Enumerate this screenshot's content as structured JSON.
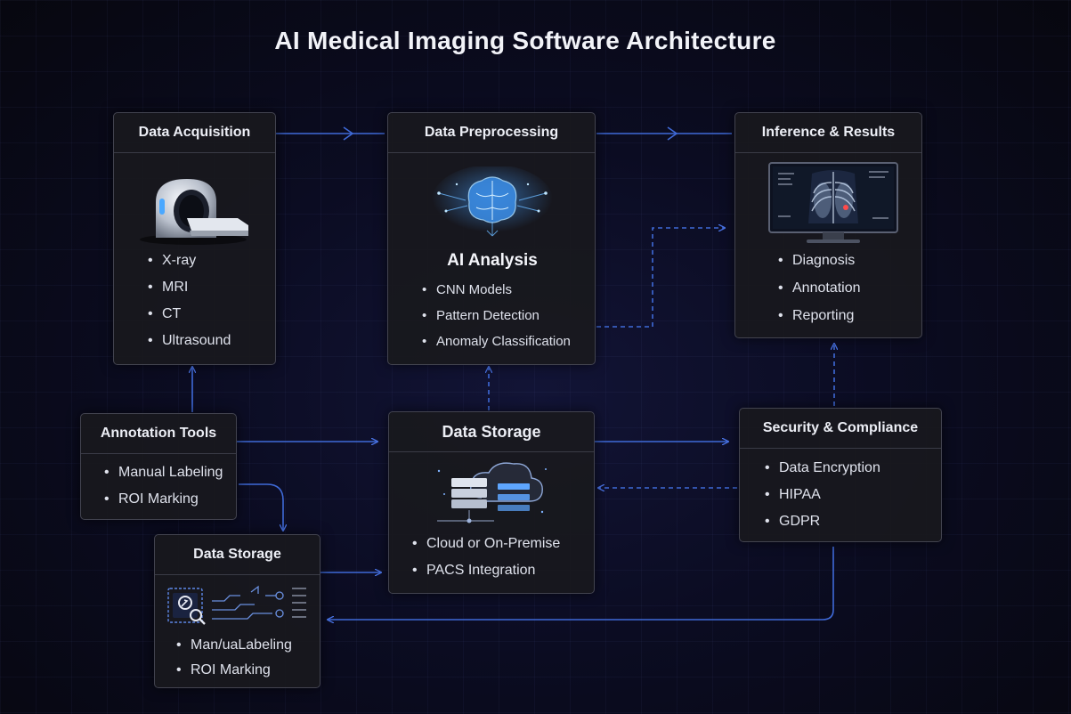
{
  "title": "AI Medical Imaging Software Architecture",
  "colors": {
    "background": "#0b0c22",
    "accent": "#3f6ad8",
    "panel": "#18181e",
    "border": "#42434f"
  },
  "boxes": {
    "acquisition": {
      "title": "Data Acquisition",
      "icon": "mri-scanner-icon",
      "items": [
        "X-ray",
        "MRI",
        "CT",
        "Ultrasound"
      ]
    },
    "preprocessing": {
      "title": "Data Preprocessing",
      "icon": "ai-brain-icon",
      "subtitle": "AI Analysis",
      "items": [
        "CNN Models",
        "Pattern Detection",
        "Anomaly Classification"
      ]
    },
    "inference": {
      "title": "Inference & Results",
      "icon": "xray-monitor-icon",
      "items": [
        "Diagnosis",
        "Annotation",
        "Reporting"
      ]
    },
    "annotation": {
      "title": "Annotation Tools",
      "items": [
        "Manual Labeling",
        "ROI Marking"
      ]
    },
    "storage_center": {
      "title": "Data Storage",
      "icon": "cloud-server-icon",
      "items": [
        "Cloud or On-Premise",
        "PACS Integration"
      ]
    },
    "security": {
      "title": "Security & Compliance",
      "items": [
        "Data Encryption",
        "HIPAA",
        "GDPR"
      ]
    },
    "storage_bottom": {
      "title": "Data Storage",
      "icon": "labeling-tool-icon",
      "items": [
        "Man/uaLabeling",
        "ROI Marking"
      ]
    }
  }
}
